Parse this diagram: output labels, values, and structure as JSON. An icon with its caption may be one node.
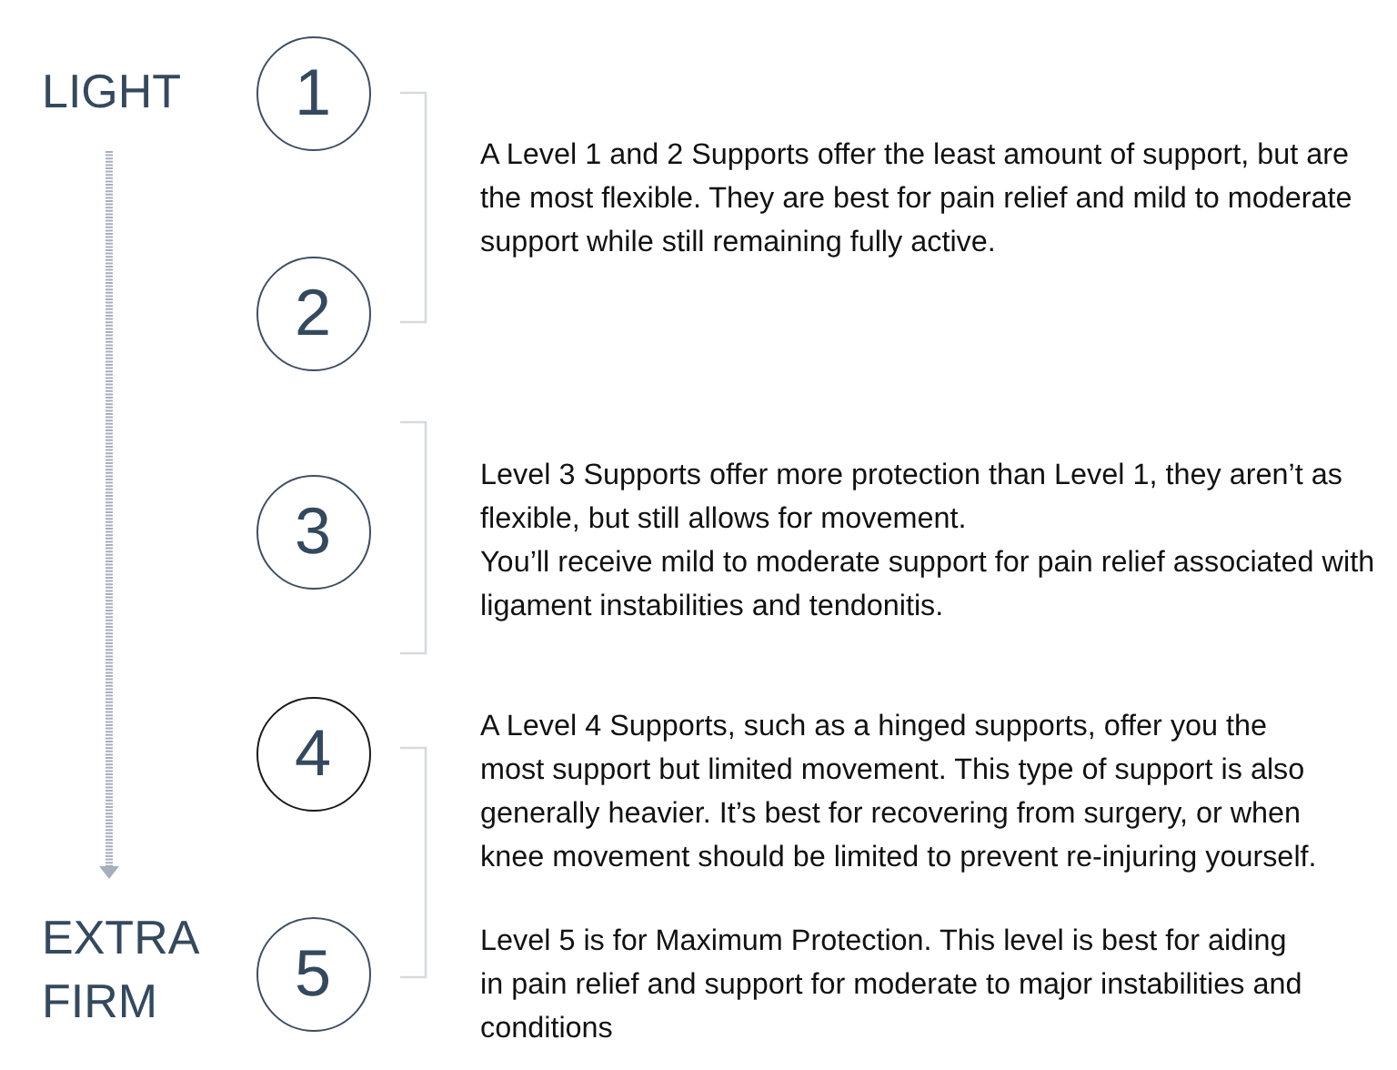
{
  "diagram": {
    "nodes": [
      {
        "text": [
          "1"
        ]
      },
      {
        "text": [
          "2"
        ]
      },
      {
        "text": [
          "3"
        ]
      },
      {
        "text": [
          "4"
        ]
      },
      {
        "text": [
          "5"
        ]
      }
    ],
    "labels": [
      "LIGHT",
      "A Level 1 and 2 Supports offer the least amount of support, but are the most flexible. They are best for pain relief and mild to moderate support while still remaining fully active.",
      "Level 3 Supports offer more protection than Level 1, they aren’t as flexible, but still allows for movement.",
      "You’ll receive mild to moderate support for pain relief associated with ligament instabilities and tendonitis.",
      "A Level 4 Supports, such as a hinged supports, offer you the most support but limited movement. This type of support is also generally heavier. It’s best for recovering from surgery, or when knee movement should be limited to prevent re-injuring yourself.",
      "EXTRA FIRM",
      "Level 5 is for Maximum Protection. This level is best for aiding in pain relief and support for moderate to major instabilities and conditions"
    ]
  }
}
